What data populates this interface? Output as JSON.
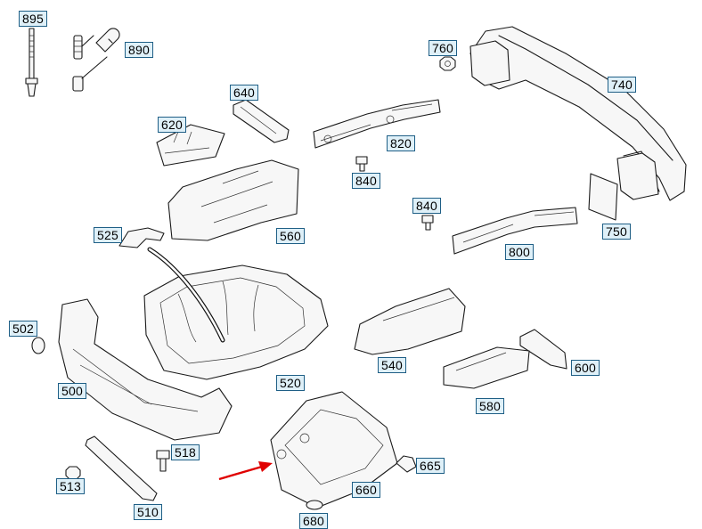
{
  "accent_color": "#e00000",
  "callout_border_color": "#1f5f86",
  "callout_fill_color": "#dff0f8",
  "callouts": {
    "c895": "895",
    "c890": "890",
    "c760": "760",
    "c740": "740",
    "c640": "640",
    "c620": "620",
    "c820": "820",
    "c840a": "840",
    "c840b": "840",
    "c750": "750",
    "c525": "525",
    "c560": "560",
    "c800": "800",
    "c502": "502",
    "c520": "520",
    "c540": "540",
    "c600": "600",
    "c500": "500",
    "c580": "580",
    "c518": "518",
    "c665": "665",
    "c513": "513",
    "c660": "660",
    "c510": "510",
    "c680": "680"
  }
}
